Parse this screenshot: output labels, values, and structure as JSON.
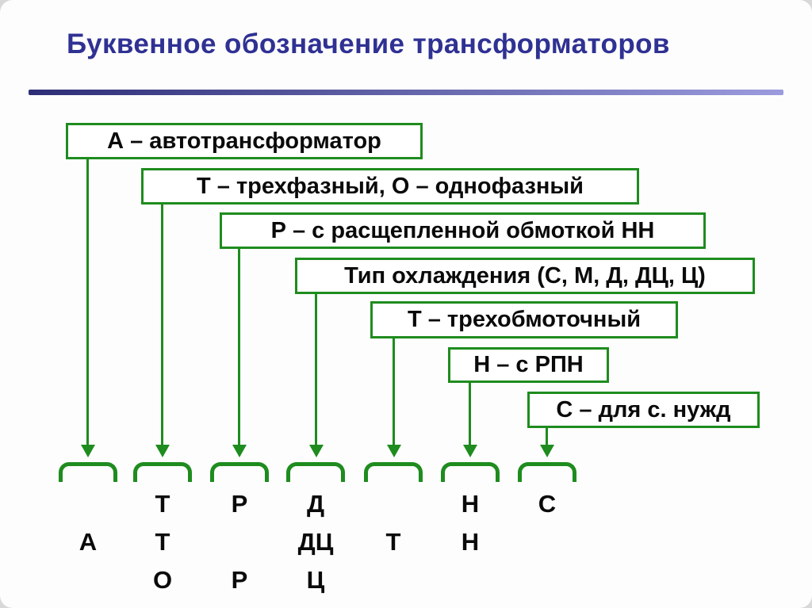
{
  "title": "Буквенное обозначение трансформаторов",
  "colors": {
    "green": "#1E8C1E",
    "title_blue": "#2F3193",
    "divider_dark": "#2E2E77",
    "divider_light": "#9B9BDE",
    "ink": "#0A0A0A",
    "slide_bg": "#FDFDFD"
  },
  "legend_boxes": [
    {
      "label": "А – автотрансформатор"
    },
    {
      "label": "Т – трехфазный, О – однофазный"
    },
    {
      "label": "Р – с расщепленной обмоткой НН"
    },
    {
      "label": "Тип охлаждения (С, М, Д, ДЦ, Ц)"
    },
    {
      "label": "Т – трехобмоточный"
    },
    {
      "label": "Н – с РПН"
    },
    {
      "label": "С – для с. нужд"
    }
  ],
  "letter_columns": [
    {
      "letters": [
        "",
        "А",
        ""
      ]
    },
    {
      "letters": [
        "Т",
        "Т",
        "О"
      ]
    },
    {
      "letters": [
        "Р",
        "",
        "Р"
      ]
    },
    {
      "letters": [
        "Д",
        "ДЦ",
        "Ц"
      ]
    },
    {
      "letters": [
        "",
        "Т",
        ""
      ]
    },
    {
      "letters": [
        "Н",
        "Н",
        ""
      ]
    },
    {
      "letters": [
        "С",
        "",
        ""
      ]
    }
  ]
}
